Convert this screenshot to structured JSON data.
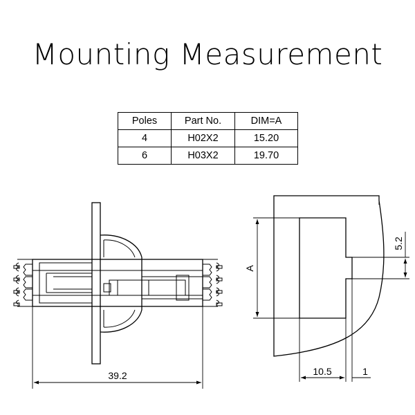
{
  "title": "Mounting Measurement",
  "table": {
    "headers": [
      "Poles",
      "Part No.",
      "DIM=A"
    ],
    "rows": [
      [
        "4",
        "H02X2",
        "15.20"
      ],
      [
        "6",
        "H03X2",
        "19.70"
      ]
    ]
  },
  "dimensions": {
    "overall_length": "39.2",
    "dim_a": "A",
    "height_5_2": "5.2",
    "width_10_5": "10.5",
    "gap_1": "1"
  }
}
